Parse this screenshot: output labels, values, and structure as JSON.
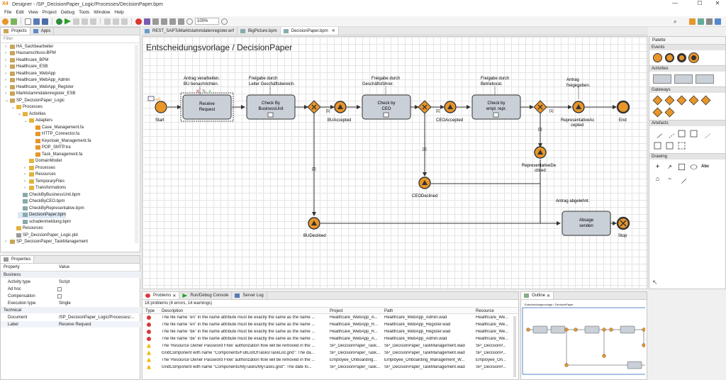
{
  "window": {
    "title": "Designer - /SP_DecisionPaper_Logic/Processes/DecisionPaper.bpm",
    "logo": "X4"
  },
  "menu": [
    "File",
    "Edit",
    "View",
    "Project",
    "Debug",
    "Tools",
    "Window",
    "Help"
  ],
  "toolbar": {
    "zoom": "100%"
  },
  "left_tabs": [
    "Projects",
    "Apps"
  ],
  "filter_placeholder": "Filter",
  "tree": [
    {
      "label": "HA_Sachbearbeiter",
      "depth": 0,
      "arrow": ">",
      "icon": "project-icon"
    },
    {
      "label": "Hausanschluss-BPM",
      "depth": 0,
      "arrow": ">",
      "icon": "project-icon"
    },
    {
      "label": "Healthcare_BPM",
      "depth": 0,
      "arrow": ">",
      "icon": "project-icon"
    },
    {
      "label": "Healthcare_ESB",
      "depth": 0,
      "arrow": ">",
      "icon": "project-icon"
    },
    {
      "label": "Healthcare_WebApp",
      "depth": 0,
      "arrow": ">",
      "icon": "project-icon"
    },
    {
      "label": "Healthcare_WebApp_Admin",
      "depth": 0,
      "arrow": ">",
      "icon": "project-icon"
    },
    {
      "label": "Healthcare_WebApp_Register",
      "depth": 0,
      "arrow": ">",
      "icon": "project-icon"
    },
    {
      "label": "Marktstammdatenregister_ESB",
      "depth": 0,
      "arrow": ">",
      "icon": "project-icon"
    },
    {
      "label": "SP_DecisionPaper_Logic",
      "depth": 0,
      "arrow": "v",
      "icon": "project-icon"
    },
    {
      "label": "Processes",
      "depth": 1,
      "arrow": "v",
      "icon": "folder-icon"
    },
    {
      "label": "Activities",
      "depth": 2,
      "arrow": "v",
      "icon": "folder-icon"
    },
    {
      "label": "Adapters",
      "depth": 3,
      "arrow": "v",
      "icon": "folder-icon"
    },
    {
      "label": "Case_Management.fa",
      "depth": 4,
      "arrow": "",
      "icon": "adapter-file-icon"
    },
    {
      "label": "HTTP_Connector.fa",
      "depth": 4,
      "arrow": "",
      "icon": "adapter-file-icon"
    },
    {
      "label": "Keycloak_Management.fa",
      "depth": 4,
      "arrow": "",
      "icon": "adapter-file-icon"
    },
    {
      "label": "POP_SMTP.tra",
      "depth": 4,
      "arrow": "",
      "icon": "adapter-file-icon"
    },
    {
      "label": "Task_Management.fa",
      "depth": 4,
      "arrow": "",
      "icon": "adapter-file-icon"
    },
    {
      "label": "DomainModel",
      "depth": 3,
      "arrow": "",
      "icon": "folder-icon"
    },
    {
      "label": "Processes",
      "depth": 3,
      "arrow": ">",
      "icon": "folder-icon"
    },
    {
      "label": "Resources",
      "depth": 3,
      "arrow": ">",
      "icon": "folder-icon"
    },
    {
      "label": "TemporaryFiles",
      "depth": 3,
      "arrow": ">",
      "icon": "folder-icon"
    },
    {
      "label": "Transformations",
      "depth": 3,
      "arrow": ">",
      "icon": "folder-icon"
    },
    {
      "label": "CheckByBusinessUnit.bpm",
      "depth": 2,
      "arrow": "",
      "icon": "bpm-file-icon"
    },
    {
      "label": "CheckByCEO.bpm",
      "depth": 2,
      "arrow": "",
      "icon": "bpm-file-icon"
    },
    {
      "label": "CheckByRepresentative.bpm",
      "depth": 2,
      "arrow": "",
      "icon": "bpm-file-icon"
    },
    {
      "label": "DecisionPaper.bpm",
      "depth": 2,
      "arrow": "",
      "icon": "bpm-file-icon"
    },
    {
      "label": "schadenmeldung.bpm",
      "depth": 2,
      "arrow": "",
      "icon": "bpm-file-icon"
    },
    {
      "label": "Resources",
      "depth": 1,
      "arrow": "",
      "icon": "folder-icon"
    },
    {
      "label": "SP_DecisionPaper_Logic.pld",
      "depth": 1,
      "arrow": "",
      "icon": "pld-file-icon"
    },
    {
      "label": "SP_DecisionPaper_TaskManagement",
      "depth": 0,
      "arrow": ">",
      "icon": "project-icon"
    }
  ],
  "properties": {
    "tab": "Properties",
    "col_property": "Property",
    "col_value": "Value",
    "rows": [
      {
        "name": "Business",
        "value": "",
        "kind": "section"
      },
      {
        "name": "Activity type",
        "value": "Script",
        "kind": "row"
      },
      {
        "name": "Ad hoc",
        "value": "",
        "kind": "check"
      },
      {
        "name": "Compensation",
        "value": "",
        "kind": "check"
      },
      {
        "name": "Execution type",
        "value": "Single",
        "kind": "row"
      },
      {
        "name": "Technical",
        "value": "",
        "kind": "section"
      },
      {
        "name": "Document",
        "value": "/SP_DecisionPaper_Logic/Processes/...",
        "kind": "row"
      },
      {
        "name": "Label",
        "value": "Receive Request",
        "kind": "row"
      }
    ]
  },
  "editor_tabs": [
    "REST_SAPToMarktstammdatenregister.wrf",
    "BigPicture.bpm",
    "DecisionPaper.bpm"
  ],
  "diagram": {
    "title": "Entscheidungsvorlage / DecisionPaper",
    "tasks": [
      {
        "id": "receive",
        "label": "Receive\nRequest"
      },
      {
        "id": "bu",
        "label": "Check By\nBusinessUnit"
      },
      {
        "id": "ceo",
        "label": "Check by\nCEO"
      },
      {
        "id": "empl",
        "label": "Check by\nempl. repr."
      },
      {
        "id": "absage",
        "label": "Absage\nsenden"
      }
    ],
    "annotations": [
      "Antrag verarbeiten.\nBU benachrichten.",
      "Freigabe durch\nLeiter Geschäftsbereich.",
      "Freigabe durch\nGeschäftsführer.",
      "Freigabe durch\nBetriebsrat.",
      "Antrag\nfreigegeben.",
      "Antrag abgelehnt."
    ],
    "events": {
      "start": "Start",
      "end": "End",
      "stop": "Stop",
      "bu_accepted": "BUAccepted",
      "ceo_accepted": "CEOAccepted",
      "rep_accepted": "RepresentativeAc\ncepted",
      "rep_declined": "RepresentativeDe\nclined",
      "ceo_declined": "CEODeclined",
      "bu_declined": "BUDeclined"
    },
    "cond1": "[1]",
    "cond2": "[2]"
  },
  "palette": {
    "title": "Palette",
    "sections": [
      "Events",
      "Activities",
      "Gateways",
      "Artefacts",
      "Drawing"
    ],
    "drawing_abc": "Abc"
  },
  "problems": {
    "tabs": [
      "Problems",
      "Run/Debug Console",
      "Server Log"
    ],
    "summary": "18 problems (4 errors, 14 warnings)",
    "columns": [
      "Type",
      "Description",
      "Project",
      "Path",
      "Resource"
    ],
    "rows": [
      {
        "type": "error",
        "desc": "The file name \"en\" in the name attribute must be exactly the same as the name ...",
        "project": "Healthcare_WebApp_A...",
        "path": "Healthcare_WebApp_Admin.wad",
        "res": "Healthcare_We..."
      },
      {
        "type": "error",
        "desc": "The file name \"en\" in the name attribute must be exactly the same as the name ...",
        "project": "Healthcare_WebApp_R...",
        "path": "Healthcare_WebApp_Register.wad",
        "res": "Healthcare_We..."
      },
      {
        "type": "error",
        "desc": "The file name \"de\" in the name attribute must be exactly the same as the name ...",
        "project": "Healthcare_WebApp_R...",
        "path": "Healthcare_WebApp_Register.wad",
        "res": "Healthcare_We..."
      },
      {
        "type": "error",
        "desc": "The file name \"de\" in the name attribute must be exactly the same as the name ...",
        "project": "Healthcare_WebApp_A...",
        "path": "Healthcare_WebApp_Admin.wad",
        "res": "Healthcare_We..."
      },
      {
        "type": "warning",
        "desc": "The 'Resource Owner Password Flow' authorization flow will be removed in the ...",
        "project": "SP_DecisionPaper_Task...",
        "path": "SP_DecisionPaper_TaskManagement.wad",
        "res": "SP_DecisionP..."
      },
      {
        "type": "warning",
        "desc": "GridComponent with name \"Components/FullListOfTasks/TaskList.grid\": The da...",
        "project": "SP_DecisionPaper_Task...",
        "path": "SP_DecisionPaper_TaskManagement.wad",
        "res": "SP_DecisionP..."
      },
      {
        "type": "warning",
        "desc": "The 'Resource Owner Password Flow' authorization flow will be removed in the ...",
        "project": "Employee_Onboarding...",
        "path": "Employee_Onboarding_Management_W...",
        "res": "Employee_On..."
      },
      {
        "type": "warning",
        "desc": "GridComponent with name \"Components/MyTasks/MyTasks.grid\": The date fo...",
        "project": "SP_DecisionPaper_Task...",
        "path": "SP_DecisionPaper_TaskManagement.wad",
        "res": "SP_DecisionP..."
      }
    ]
  },
  "outline": {
    "tab": "Outline",
    "mini_title": "Entscheidungsvorlage / DecisionPaper"
  },
  "colors": {
    "accent": "#e8952a",
    "task_fill": "#c9d0d8",
    "selected": "#cfe3f7",
    "error": "#d9383a",
    "warning": "#f0b400"
  }
}
